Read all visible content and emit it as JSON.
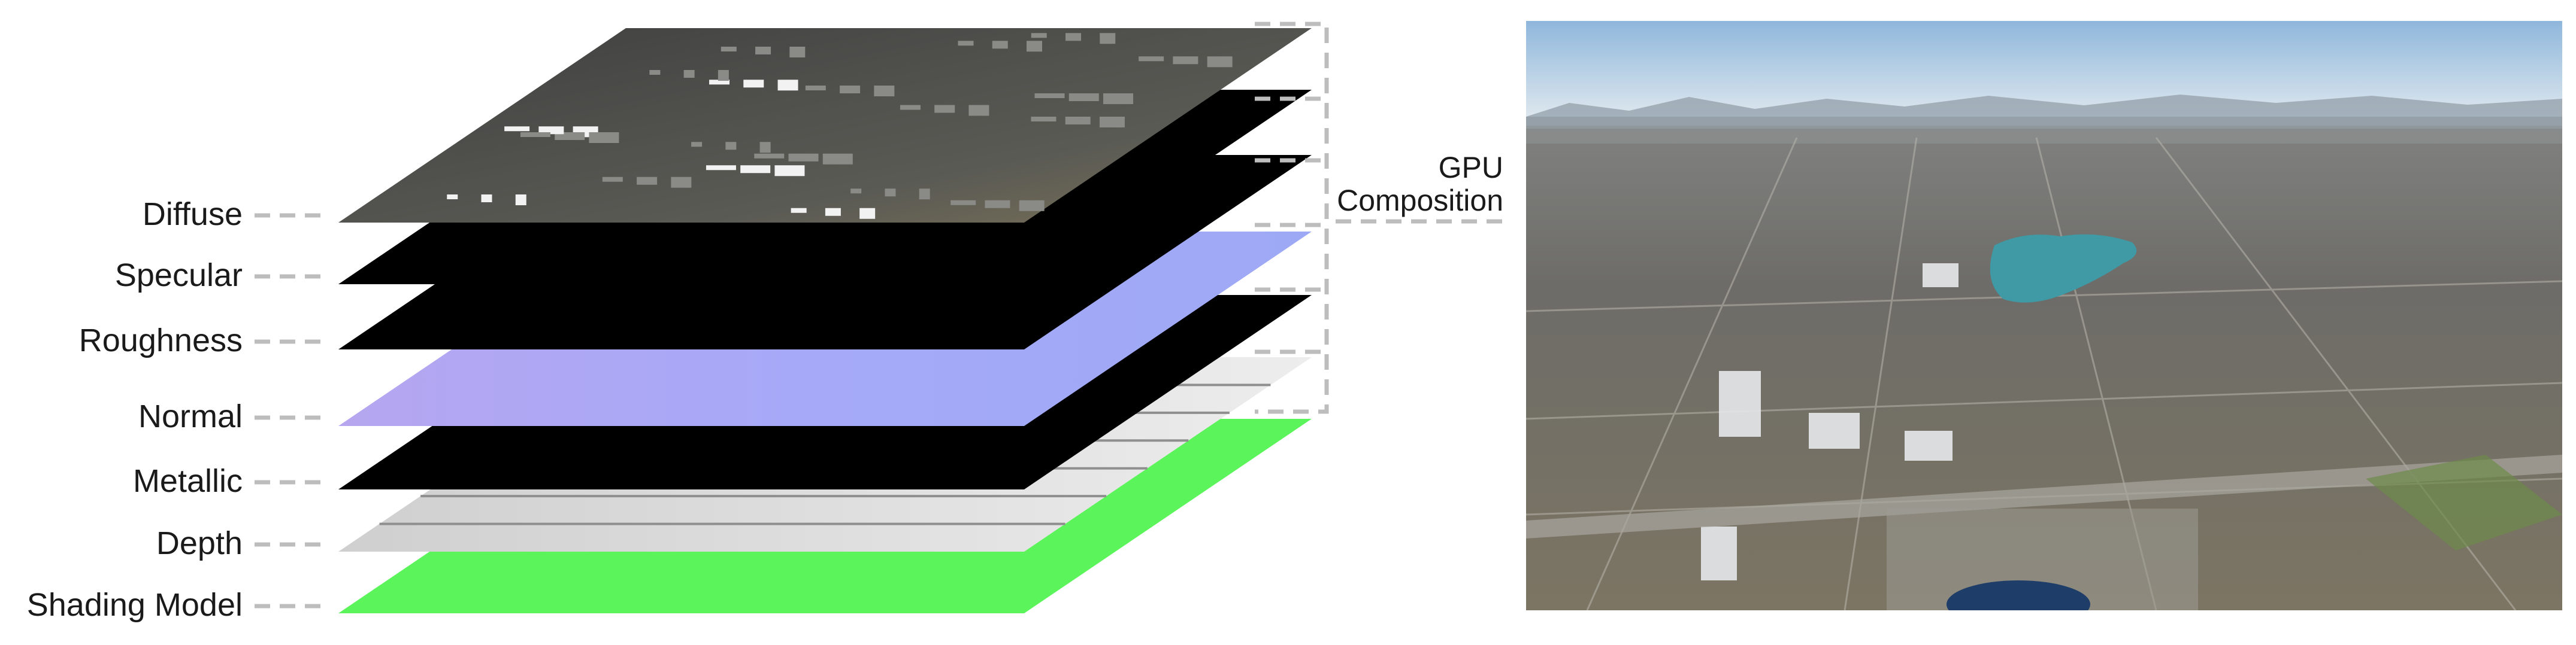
{
  "layers": [
    {
      "label": "Diffuse",
      "kind": "city",
      "fill": "#4a4a4a"
    },
    {
      "label": "Specular",
      "kind": "black",
      "fill": "#000000"
    },
    {
      "label": "Roughness",
      "kind": "black",
      "fill": "#000000"
    },
    {
      "label": "Normal",
      "kind": "normal",
      "fill": "#a9a3f2"
    },
    {
      "label": "Metallic",
      "kind": "black",
      "fill": "#000000"
    },
    {
      "label": "Depth",
      "kind": "depth",
      "fill": "#d8d8d8"
    },
    {
      "label": "Shading Model",
      "kind": "green",
      "fill": "#5bf55b"
    }
  ],
  "composition": {
    "line1": "GPU",
    "line2": "Composition"
  },
  "colors": {
    "connector": "#bdbdbd",
    "sky": "#b9d3ea",
    "lake": "#3f9aa6"
  }
}
